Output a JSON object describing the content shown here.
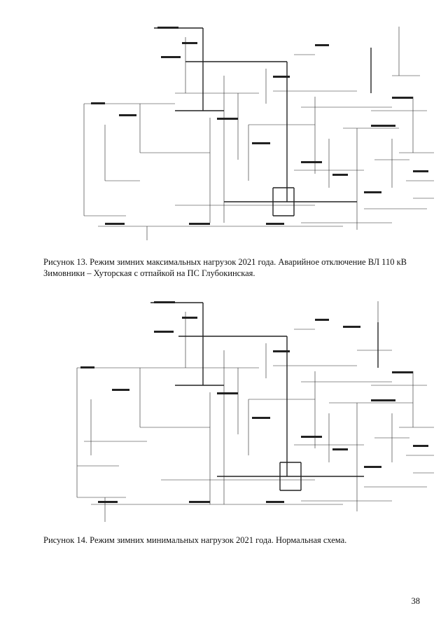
{
  "figures": [
    {
      "id": "fig13",
      "caption": "Рисунок 13. Режим зимних максимальных нагрузок 2021 года. Аварийное отключение ВЛ 110 кВ Зимовники – Хуторская с отпайкой на ПС Глубокинская."
    },
    {
      "id": "fig14",
      "caption": "Рисунок 14. Режим зимних минимальных нагрузок 2021 года. Нормальная схема."
    }
  ],
  "page": {
    "number": "38"
  }
}
